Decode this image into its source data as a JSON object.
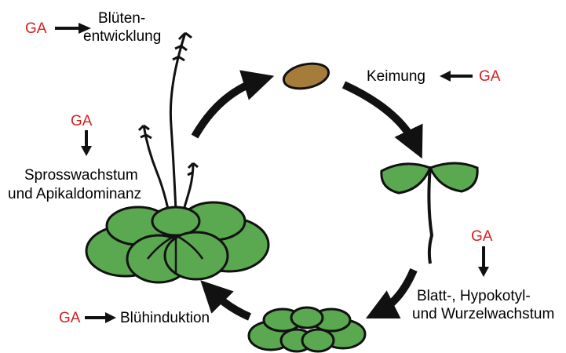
{
  "labels": {
    "flower_dev_line1": "Blüten-",
    "flower_dev_line2": "entwicklung",
    "germination": "Keimung",
    "shoot_line1": "Sprosswachstum",
    "shoot_line2": "und Apikaldominanz",
    "growth_line1": "Blatt-, Hypokotyl-",
    "growth_line2": "und Wurzelwachstum",
    "flowering": "Blühinduktion"
  },
  "hormone": "GA",
  "colors": {
    "hormone_text": "#d42020",
    "leaf": "#5aa84f",
    "seed": "#a67c3a",
    "outline": "#111111"
  }
}
